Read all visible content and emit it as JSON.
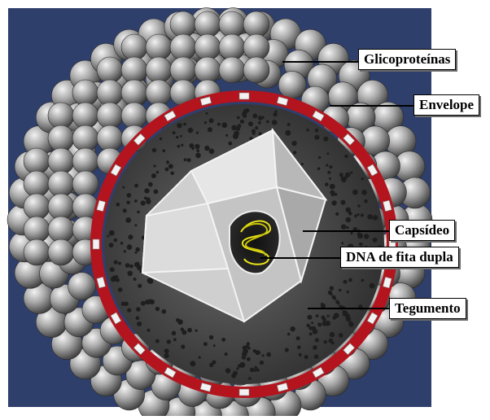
{
  "labels": {
    "glicoproteinas": "Glicoproteínas",
    "envelope": "Envelope",
    "capsideo": "Capsídeo",
    "dna": "DNA de fita dupla",
    "tegumento": "Tegumento"
  },
  "colors": {
    "background": "#2f3f6c",
    "envelope": "#b3141d",
    "glycoprotein_sphere": "#a9a9a9",
    "capsid": "#d8d8d8",
    "tegument": "#4d4d4d",
    "dna": "#e8e21a"
  }
}
